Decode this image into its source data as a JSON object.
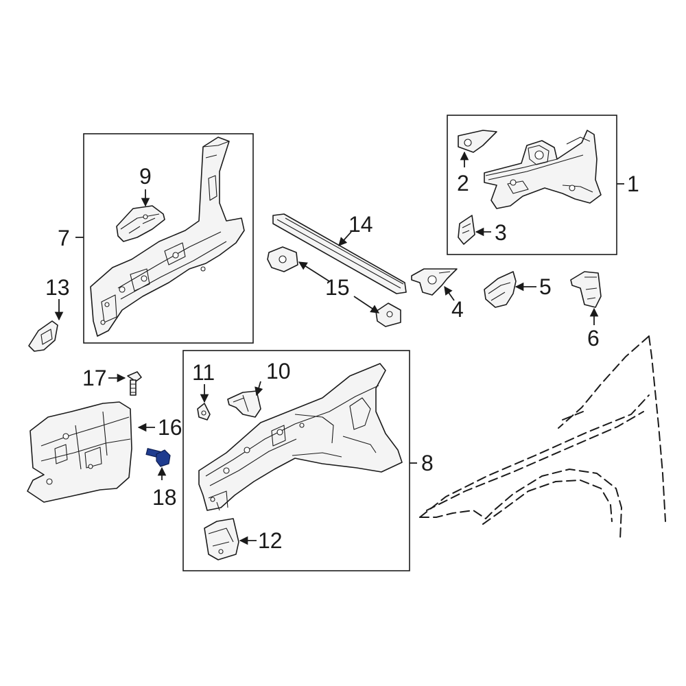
{
  "diagram": {
    "callouts": {
      "c1": "1",
      "c2": "2",
      "c3": "3",
      "c4": "4",
      "c5": "5",
      "c6": "6",
      "c7": "7",
      "c8": "8",
      "c9": "9",
      "c10": "10",
      "c11": "11",
      "c12": "12",
      "c13": "13",
      "c14": "14",
      "c15": "15",
      "c16": "16",
      "c17": "17",
      "c18": "18"
    },
    "colors": {
      "line": "#1a1a1a",
      "highlight_part": "#1f3c8f"
    },
    "outline": "dashed-fender-outline"
  }
}
